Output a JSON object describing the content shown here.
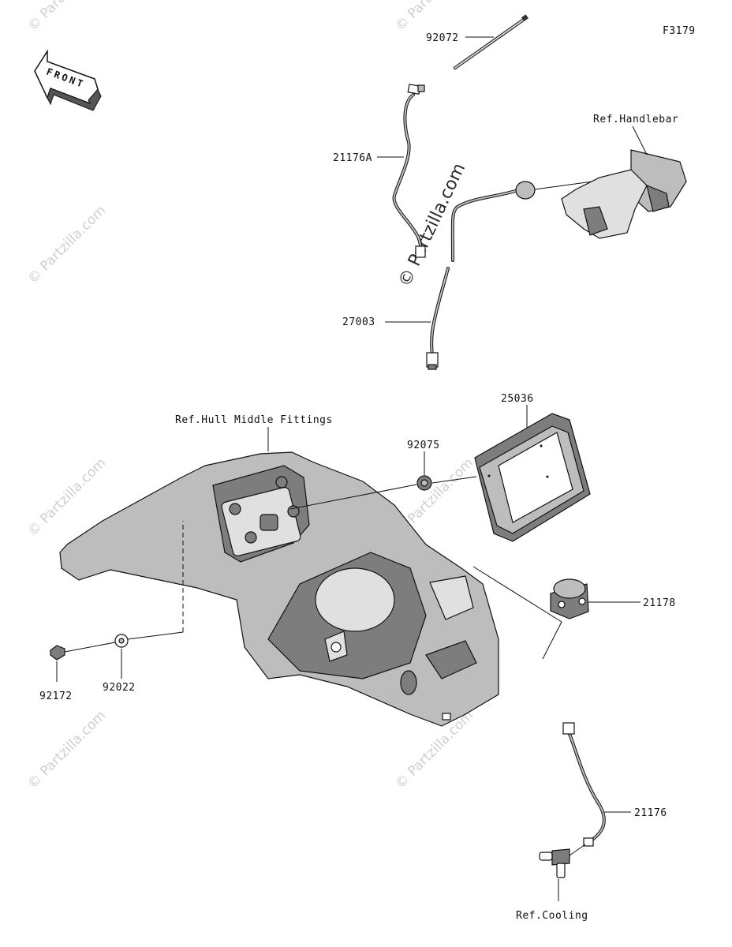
{
  "figure_code": "F3179",
  "front_label": "FRONT",
  "watermark": "© Partzilla.com",
  "refs": {
    "handlebar": "Ref.Handlebar",
    "hull_middle": "Ref.Hull Middle Fittings",
    "cooling": "Ref.Cooling"
  },
  "parts": {
    "p92072": "92072",
    "p21176A": "21176A",
    "p27003": "27003",
    "p25036": "25036",
    "p92075": "92075",
    "p21178": "21178",
    "p92172": "92172",
    "p92022": "92022",
    "p21176": "21176"
  }
}
